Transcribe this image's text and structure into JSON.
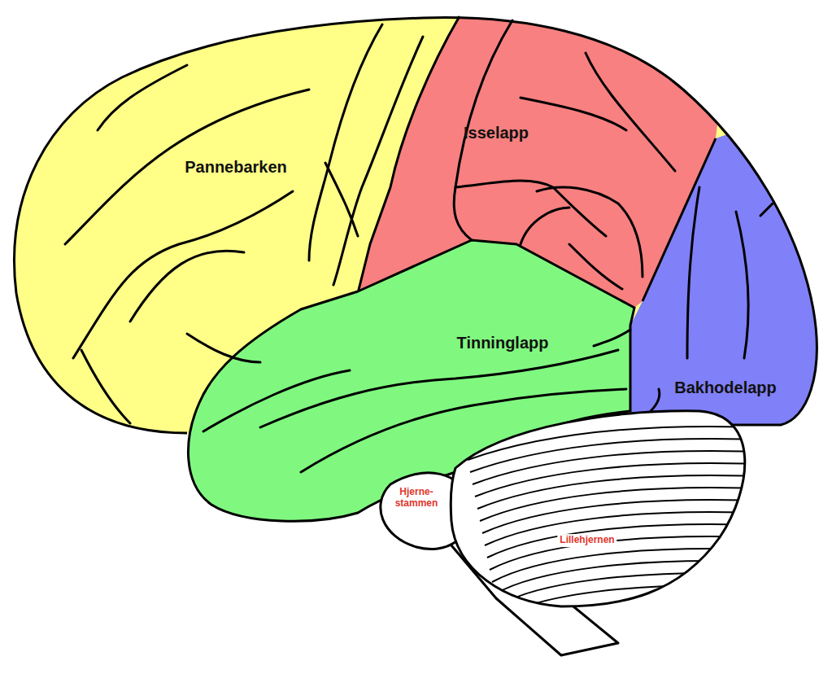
{
  "diagram": {
    "labels": [
      "Pannebarken",
      "Isselapp",
      "Tinninglapp",
      "Bakhodelapp",
      "Hjerne- stammen",
      "Lillehjernen"
    ]
  }
}
